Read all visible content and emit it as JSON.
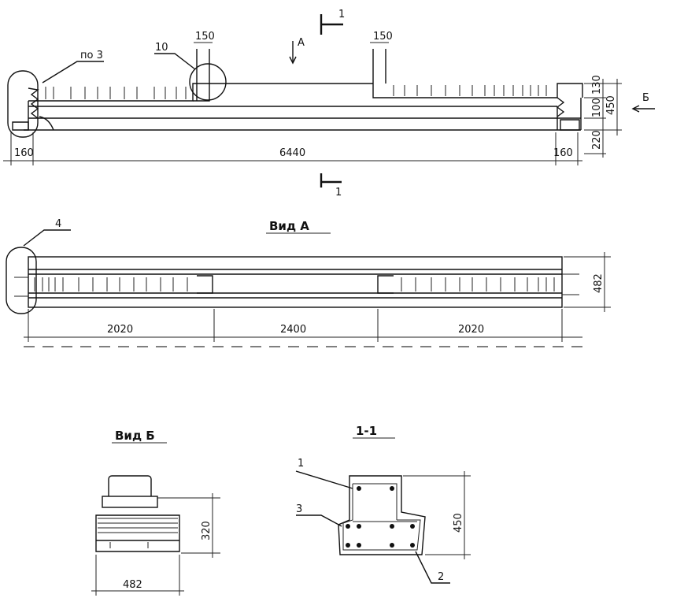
{
  "labels": {
    "section_top": "1",
    "section_bottom": "1",
    "view_a_arrow": "А",
    "view_b_arrow": "Б",
    "ref_po3": "по 3",
    "ref_10": "10",
    "ref_4": "4",
    "ref_1": "1",
    "ref_2": "2",
    "ref_3": "3"
  },
  "titles": {
    "view_a": "Вид А",
    "view_b": "Вид Б",
    "section": "1-1"
  },
  "dims_elevation": {
    "seat_left": "150",
    "seat_right": "150",
    "top_step": "130",
    "mid_step": "100",
    "bottom_step": "220",
    "total_height": "450",
    "end_left": "160",
    "end_right": "160",
    "length": "6440"
  },
  "dims_plan": {
    "seg_left": "2020",
    "seg_mid": "2400",
    "seg_right": "2020",
    "width": "482"
  },
  "dims_view_b": {
    "height": "320",
    "width": "482"
  },
  "dims_section": {
    "height": "450"
  }
}
